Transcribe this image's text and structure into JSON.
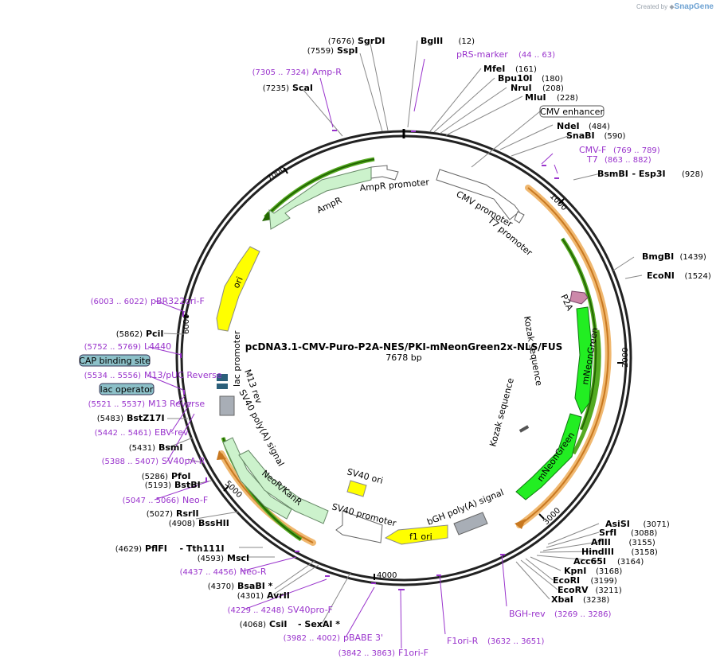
{
  "credit": {
    "prefix": "Created by",
    "brand": "SnapGene"
  },
  "title": "pcDNA3.1-CMV-Puro-P2A-NES/PKI-mNeonGreen2x-NLS/FUS",
  "subtitle": "7678 bp",
  "enzymes_left": [
    {
      "pos": "(7676)",
      "name": "SgrDI"
    },
    {
      "pos": "(7559)",
      "name": "SspI"
    },
    {
      "pos": "(7235)",
      "name": "ScaI"
    },
    {
      "pos": "(5862)",
      "name": "PciI"
    },
    {
      "pos": "(5483)",
      "name": "BstZ17I"
    },
    {
      "pos": "(5431)",
      "name": "BsmI"
    },
    {
      "pos": "(5286)",
      "name": "PfoI"
    },
    {
      "pos": "(5193)",
      "name": "BstBI"
    },
    {
      "pos": "(5027)",
      "name": "RsrII"
    },
    {
      "pos": "(4908)",
      "name": "BssHII"
    },
    {
      "pos": "(4629)",
      "name": "PflFI",
      "name2": "- Tth111I"
    },
    {
      "pos": "(4593)",
      "name": "MscI"
    },
    {
      "pos": "(4370)",
      "name": "BsaBI *"
    },
    {
      "pos": "(4301)",
      "name": "AvrII"
    },
    {
      "pos": "(4068)",
      "name": "CsiI",
      "name2": "- SexAI *"
    }
  ],
  "enzymes_right": [
    {
      "name": "BglII",
      "pos": "(12)"
    },
    {
      "name": "MfeI",
      "pos": "(161)"
    },
    {
      "name": "Bpu10I",
      "pos": "(180)"
    },
    {
      "name": "NruI",
      "pos": "(208)"
    },
    {
      "name": "MluI",
      "pos": "(228)"
    },
    {
      "name": "NdeI",
      "pos": "(484)"
    },
    {
      "name": "SnaBI",
      "pos": "(590)"
    },
    {
      "name": "BsmBI",
      "name2": "- Esp3I",
      "pos": "(928)"
    },
    {
      "name": "BmgBI",
      "pos": "(1439)"
    },
    {
      "name": "EcoNI",
      "pos": "(1524)"
    },
    {
      "name": "AsiSI",
      "pos": "(3071)"
    },
    {
      "name": "SrfI",
      "pos": "(3088)"
    },
    {
      "name": "AflII",
      "pos": "(3155)"
    },
    {
      "name": "HindIII",
      "pos": "(3158)"
    },
    {
      "name": "Acc65I",
      "pos": "(3164)"
    },
    {
      "name": "KpnI",
      "pos": "(3168)"
    },
    {
      "name": "EcoRI",
      "pos": "(3199)"
    },
    {
      "name": "EcoRV",
      "pos": "(3211)"
    },
    {
      "name": "XbaI",
      "pos": "(3238)"
    }
  ],
  "primers": [
    {
      "name": "pRS-marker",
      "range": "(44 .. 63)"
    },
    {
      "name": "Amp-R",
      "range": "(7305 .. 7324)"
    },
    {
      "name": "CMV-F",
      "range": "(769 .. 789)"
    },
    {
      "name": "T7",
      "range": "(863 .. 882)"
    },
    {
      "name": "pBR322ori-F",
      "range": "(6003 .. 6022)"
    },
    {
      "name": "L4440",
      "range": "(5752 .. 5769)"
    },
    {
      "name": "M13/pUC Reverse",
      "range": "(5534 .. 5556)"
    },
    {
      "name": "M13 Reverse",
      "range": "(5521 .. 5537)"
    },
    {
      "name": "EBV-rev",
      "range": "(5442 .. 5461)"
    },
    {
      "name": "SV40pA-R",
      "range": "(5388 .. 5407)"
    },
    {
      "name": "Neo-F",
      "range": "(5047 .. 5066)"
    },
    {
      "name": "Neo-R",
      "range": "(4437 .. 4456)"
    },
    {
      "name": "SV40pro-F",
      "range": "(4229 .. 4248)"
    },
    {
      "name": "pBABE 3'",
      "range": "(3982 .. 4002)"
    },
    {
      "name": "F1ori-F",
      "range": "(3842 .. 3863)"
    },
    {
      "name": "F1ori-R",
      "range": "(3632 .. 3651)"
    },
    {
      "name": "BGH-rev",
      "range": "(3269 .. 3286)"
    }
  ],
  "boxed_features": [
    "CMV enhancer",
    "CAP binding site",
    "lac operator"
  ],
  "features": {
    "cmv_promoter": "CMV promoter",
    "t7_promoter": "T7 promoter",
    "ampr_promoter": "AmpR promoter",
    "ampr": "AmpR",
    "ori": "ori",
    "lac_promoter": "lac promoter",
    "m13_rev": "M13 rev",
    "sv40_polya": "SV40 poly(A) signal",
    "neor": "NeoR/KanR",
    "sv40_ori": "SV40 ori",
    "sv40_promoter": "SV40 promoter",
    "f1_ori": "f1 ori",
    "bgh": "bGH poly(A) signal",
    "p2a": "P2A",
    "kozak1": "Kozak sequence",
    "kozak2": "Kozak sequence",
    "mng1": "mNeonGreen",
    "mng2": "mNeonGreen"
  },
  "ticks": [
    "1000",
    "2000",
    "3000",
    "4000",
    "5000",
    "6000",
    "7000"
  ],
  "colors": {
    "primer": "#9933cc",
    "green_feature": "#44cc22",
    "yellow_feature": "#ffff00",
    "pale_green": "#ccf2cc",
    "orange_arc": "#e8a040",
    "boxed_fill": "#8cc0c8"
  }
}
